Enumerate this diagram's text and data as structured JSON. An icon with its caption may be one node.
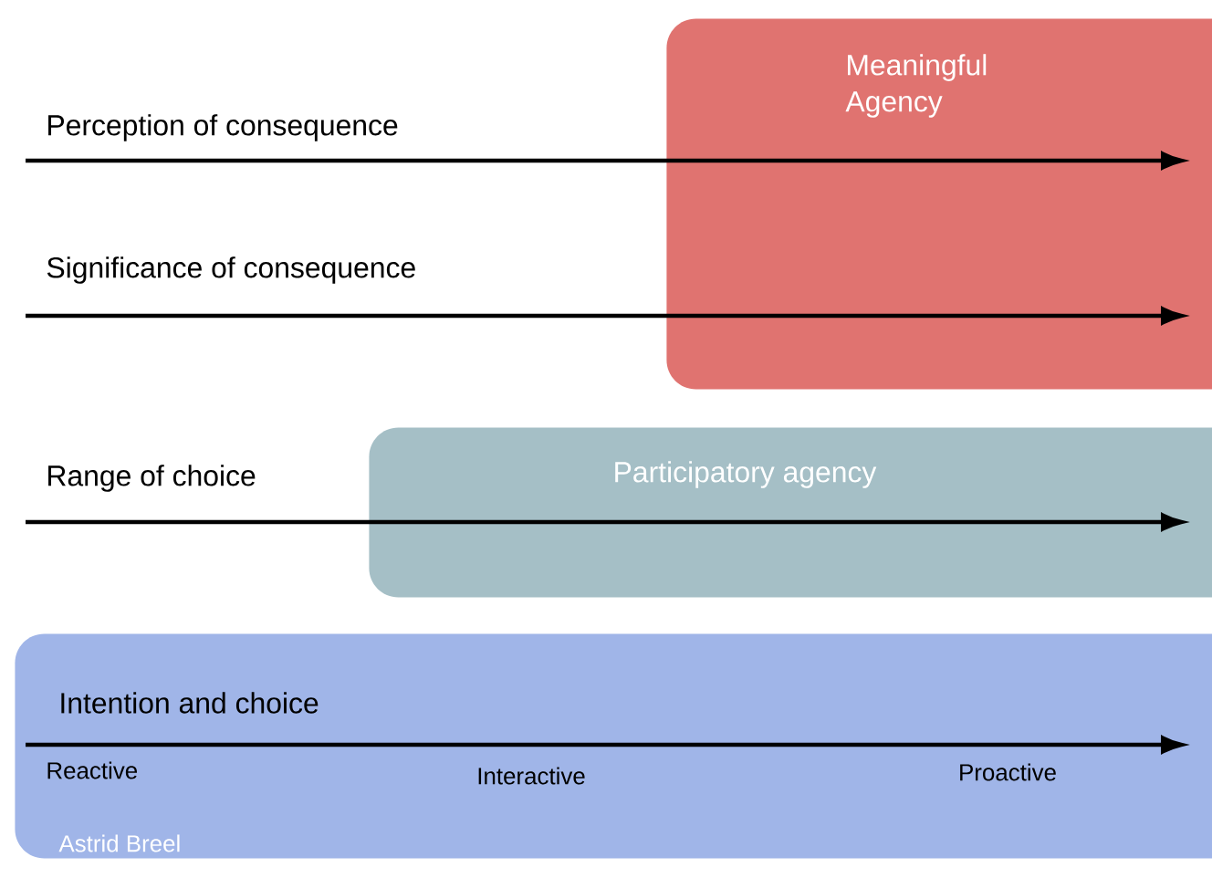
{
  "diagram": {
    "nodes": [
      {
        "text": [
          "Meaningful Agency"
        ]
      },
      {
        "text": [
          "Participatory agency"
        ]
      },
      {
        "text": [],
        "shape": "box"
      }
    ],
    "labels": [
      "Perception of consequence",
      "Significance of consequence",
      "Range of choice",
      "Intention and choice",
      "Reactive",
      "Interactive",
      "Proactive",
      "Astrid Breel"
    ]
  }
}
